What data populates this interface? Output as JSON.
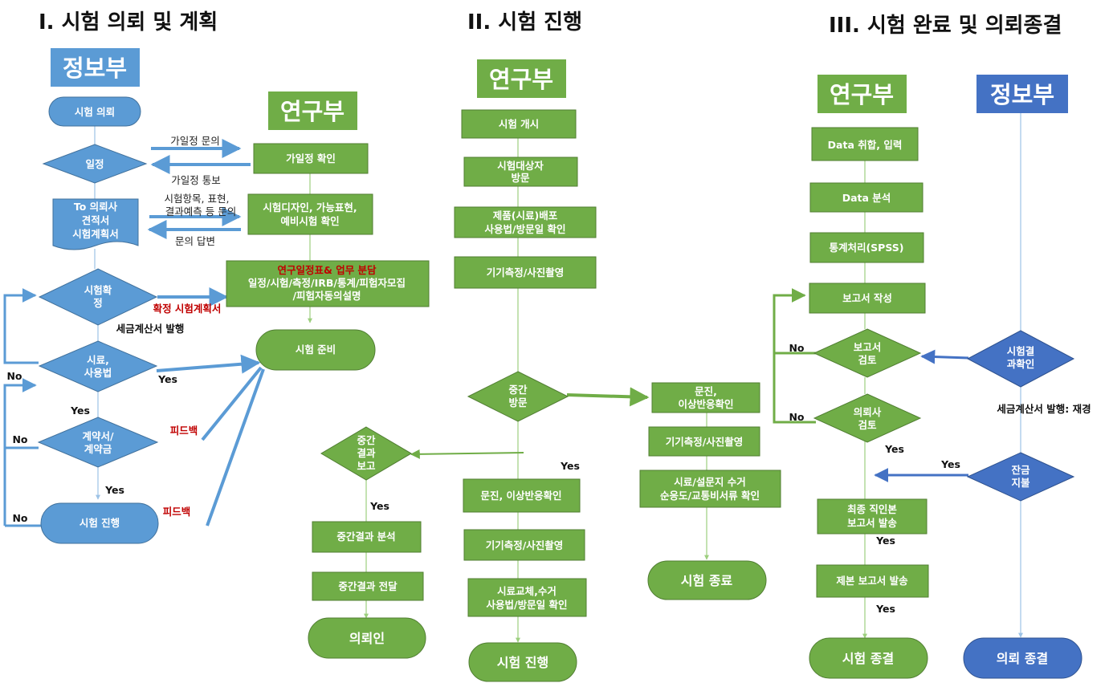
{
  "titles": [
    "I. 시험 의뢰 및 계획",
    "II. 시험 진행",
    "III. 시험 완료 및 의뢰종결"
  ],
  "headers": {
    "info_1": "정보부",
    "research_1": "연구부",
    "research_2": "연구부",
    "research_3": "연구부",
    "info_3": "정보부"
  },
  "nodes": {
    "request": "시험 의뢰",
    "schedule": "일정",
    "estimate": [
      "To 의뢰사",
      "견적서",
      "시험계획서"
    ],
    "confirm": [
      "시험확",
      "정"
    ],
    "sample": [
      "시료,",
      "사용법"
    ],
    "contract": [
      "계약서/",
      "계약금"
    ],
    "progress_left": "시험 진행",
    "tentative_check": "가일정 확인",
    "design_check": [
      "시험디자인, 가능표현,",
      "예비시험 확인"
    ],
    "work_split": [
      "연구일정표& 업무 분담",
      "일정/시험/측정/IRB/통계/피험자모집",
      "/피험자동의설명"
    ],
    "test_prep": "시험 준비",
    "interim_report": [
      "중간",
      "결과",
      "보고"
    ],
    "interim_analysis": "중간결과 분석",
    "interim_delivery": "중간결과 전달",
    "client": "의뢰인",
    "start": "시험 개시",
    "subject_visit": [
      "시험대상자",
      "방문"
    ],
    "product_dist": [
      "제품(시료)배포",
      "사용법/방문일 확인"
    ],
    "measure1": "기기측정/사진촬영",
    "mid_visit": [
      "중간",
      "방문"
    ],
    "interview_mid": "문진, 이상반응확인",
    "measure_mid": "기기측정/사진촬영",
    "sample_exchange": [
      "시료교체,수거",
      "사용법/방문일 확인"
    ],
    "progress_center": "시험 진행",
    "interview_right": [
      "문진,",
      "이상반응확인"
    ],
    "measure_right": "기기측정/사진촬영",
    "collect": [
      "시료/설문지 수거",
      "순응도/교통비서류 확인"
    ],
    "test_end": "시험 종료",
    "data_input": "Data 취합, 입력",
    "data_analysis": "Data 분석",
    "stats": "통계처리(SPSS)",
    "report_write": "보고서 작성",
    "report_review": [
      "보고서",
      "검토"
    ],
    "client_review": [
      "의뢰사",
      "검토"
    ],
    "final_report": [
      "최종 직인본",
      "보고서 발송"
    ],
    "bound_report": "제본 보고서 발송",
    "test_close": "시험 종결",
    "result_check": [
      "시험결",
      "과확인"
    ],
    "balance_pay": [
      "잔금",
      "지불"
    ],
    "request_close": "의뢰 종결"
  },
  "edge_labels": {
    "tentative_inquiry": "가일정 문의",
    "tentative_notice": "가일정 통보",
    "items_inquiry": [
      "시험항목, 표현,",
      "결과예측 등 문의"
    ],
    "inquiry_answer": "문의 답변",
    "confirmed_plan": "확정 시험계획서",
    "tax_invoice": "세금계산서 발행",
    "feedback1": "피드백",
    "feedback2": "피드백",
    "tax_invoice_reissue": "세금계산서 발행: 재경",
    "yes": "Yes",
    "no": "No"
  },
  "colors": {
    "blue_fill": "#5b9bd5",
    "blue_dark": "#4472c4",
    "green_fill": "#70ad47",
    "green_stroke": "#507e32",
    "red_text": "#c00000"
  }
}
